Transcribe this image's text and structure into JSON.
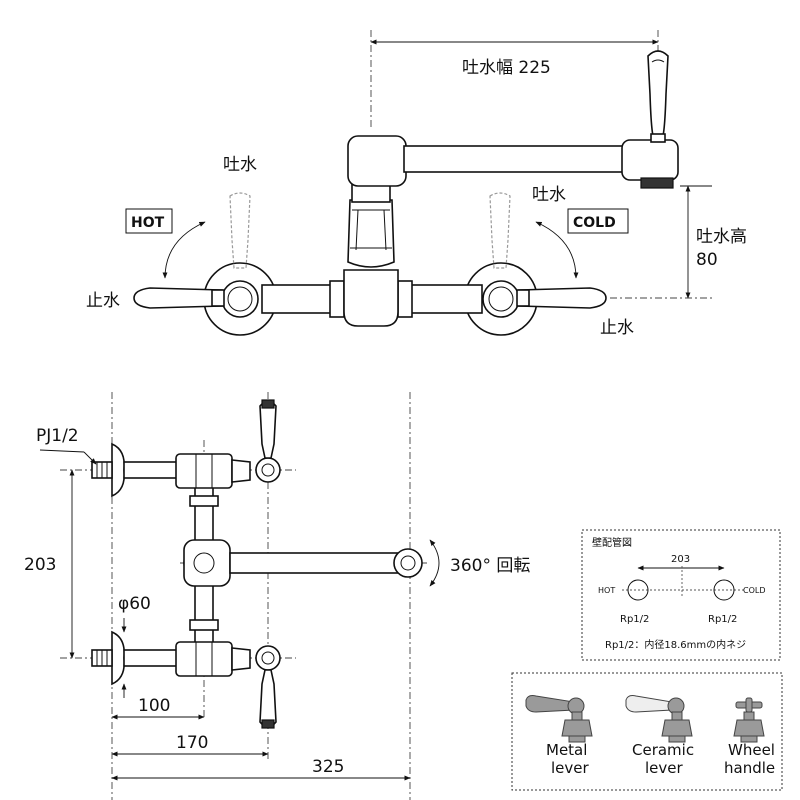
{
  "front_view": {
    "spout_width_label": "吐水幅 225",
    "outlet_label_left": "吐水",
    "outlet_label_right": "吐水",
    "hot_label": "HOT",
    "cold_label": "COLD",
    "spout_height_label_line1": "吐水高",
    "spout_height_value": "80",
    "stop_label_left": "止水",
    "stop_label_right": "止水"
  },
  "side_view": {
    "connection_label": "PJ1/2",
    "pitch_dim": "203",
    "flange_dia": "φ60",
    "dim_100": "100",
    "dim_170": "170",
    "dim_325": "325",
    "rotation_label": "360° 回転"
  },
  "wall_piping": {
    "title": "壁配管図",
    "pitch": "203",
    "hot": "HOT",
    "cold": "COLD",
    "thread_left": "Rp1/2",
    "thread_right": "Rp1/2",
    "note": "Rp1/2：内径18.6mmの内ネジ"
  },
  "handle_options": [
    {
      "line1": "Metal",
      "line2": "lever",
      "icon": "metal-lever-icon"
    },
    {
      "line1": "Ceramic",
      "line2": "lever",
      "icon": "ceramic-lever-icon"
    },
    {
      "line1": "Wheel",
      "line2": "handle",
      "icon": "wheel-handle-icon"
    }
  ]
}
